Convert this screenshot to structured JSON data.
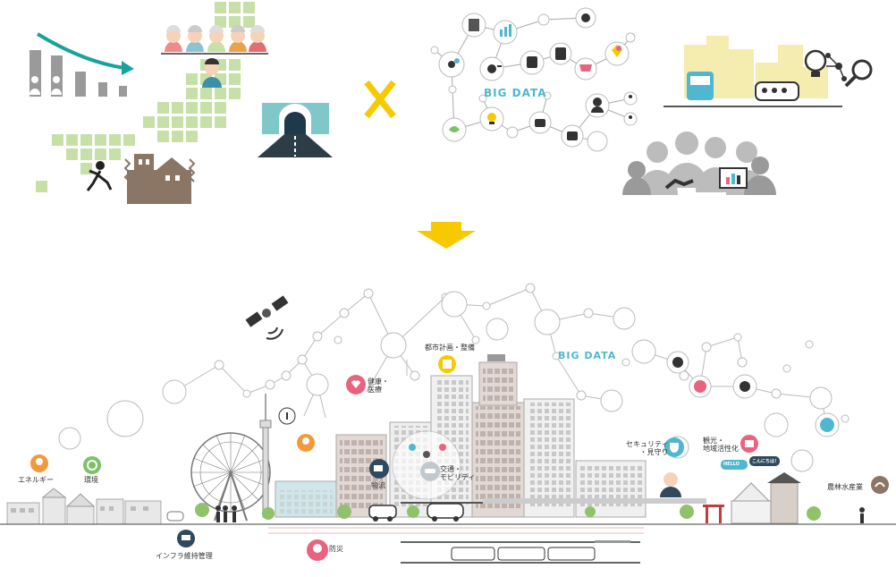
{
  "header": {
    "big_data_top": "BIG DATA",
    "big_data_city": "BIG DATA"
  },
  "city": {
    "labels": {
      "energy": "エネルギー",
      "environment": "環境",
      "infrastructure": "インフラ維持管理",
      "disaster": "防災",
      "health": "健康・\n医療",
      "urban_planning": "都市計画・整備",
      "logistics": "物流",
      "mobility": "交通・\nモビリティ",
      "security": "セキュリティ\n・見守り",
      "tourism": "観光・\n地域活性化",
      "agriculture": "農林水産業"
    },
    "bubbles": {
      "hello": "HELLO",
      "konnichiwa": "こんにちは！"
    }
  },
  "colors": {
    "green": "#c6e0a7",
    "brown": "#8b7564",
    "teal": "#4fb7cf",
    "yellow": "#f6c900",
    "gray": "#9a9a9a",
    "pink": "#e9637f",
    "orange": "#f29a3b",
    "navy": "#2f4a5c"
  },
  "icons": [
    "decline-arrow-icon",
    "elderly-group-icon",
    "tunnel-icon",
    "multiply-icon",
    "down-arrow-icon",
    "satellite-icon",
    "ferris-wheel-icon",
    "tower-icon",
    "info-icon",
    "lightbulb-icon",
    "heart-icon",
    "truck-icon",
    "car-icon",
    "shield-icon",
    "shrine-icon",
    "yen-icon",
    "like-icon",
    "bag-icon"
  ]
}
